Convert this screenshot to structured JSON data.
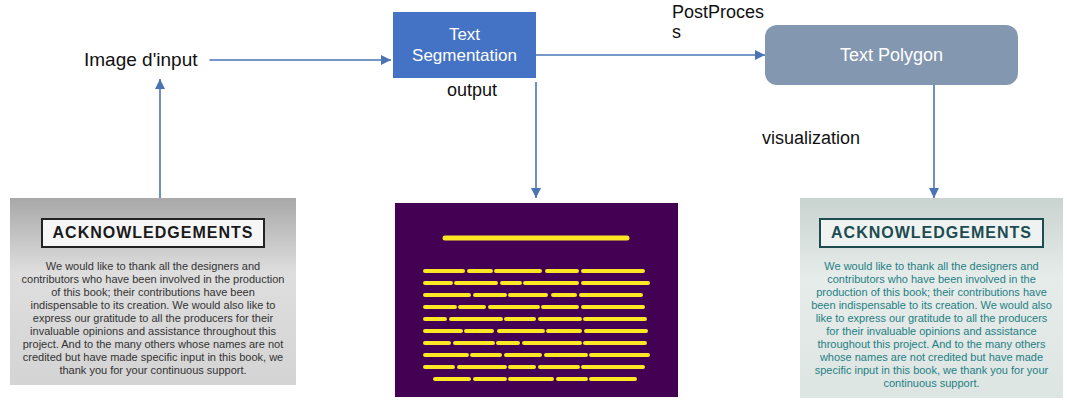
{
  "diagram": {
    "nodes": [
      {
        "text": [
          "Image d'input"
        ]
      },
      {
        "text": [
          "Text Segmentation"
        ]
      },
      {
        "text": [
          "Text Polygon"
        ]
      },
      {
        "text": [
          "ACKNOWLEDGEMENTS",
          "We would like to thank all the designers and contributors who have been involved in the production of this book; their contributions have been indispensable to its creation. We would also like to express our gratitude to all the producers for their invaluable opinions and assistance throughout this project. And to the many others whose names are not credited but have made specific input in this book, we thank you for your continuous support."
        ]
      },
      {
        "text": [
          "ACKNOWLEDGEMENTS",
          "We would like to thank all the designers and contributors who have been involved in the production of this book; their contributions have been indispensable to its creation. We would also like to express our gratitude to all the producers for their invaluable opinions and assistance throughout this project. And to the many others whose names are not credited but have made specific input in this book, we thank you for your continuous support."
        ]
      }
    ],
    "edges": [
      {
        "from": 0,
        "to": 1,
        "arrow": "to"
      },
      {
        "from": 1,
        "to": 2,
        "label": "PostProces s",
        "arrow": "to"
      },
      {
        "from": 3,
        "to": 0,
        "arrow": "to"
      },
      {
        "from": 2,
        "to": 4,
        "label": "visualization",
        "arrow": "to"
      }
    ],
    "labels": [
      "output"
    ]
  }
}
